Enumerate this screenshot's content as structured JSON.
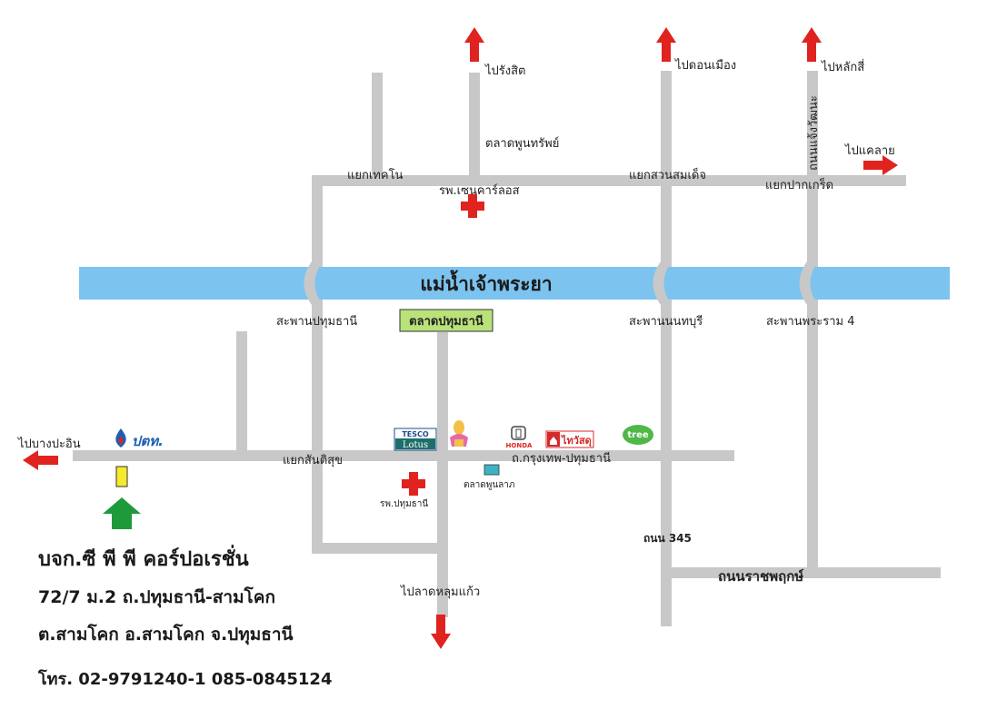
{
  "river": {
    "name": "แม่น้ำเจ้าพระยา",
    "color": "#7cc3ef"
  },
  "market_box": {
    "label": "ตลาดปทุมธานี",
    "color": "#b9e27a"
  },
  "labels": {
    "to_rangsit": "ไปรังสิต",
    "to_donmueang": "ไปดอนเมือง",
    "to_laksi": "ไปหลักสี่",
    "to_khaelai": "ไปแคลาย",
    "road_chaengwattana": "ถนนแจ้งวัฒนะ",
    "pun_sap_market": "ตลาดพูนทรัพย์",
    "techno_junction": "แยกเทคโน",
    "suan_somdet_junction": "แยกสวนสมเด็จ",
    "pak_kret_junction": "แยกปากเกร็ด",
    "st_carlos_hospital": "รพ.เซนคาร์ลอส",
    "pathum_bridge": "สะพานปทุมธานี",
    "nonthaburi_bridge": "สะพานนนทบุรี",
    "rama4_bridge": "สะพานพระราม 4",
    "to_bang_pa_in": "ไปบางปะอิน",
    "santisuk_junction": "แยกสันติสุข",
    "krungthep_pathum_road": "ถ.กรุงเทพ-ปทุมธานี",
    "pun_lap_market": "ตลาดพูนลาภ",
    "pathum_hospital": "รพ.ปทุมธานี",
    "road_345": "ถนน 345",
    "ratchaphruek_road": "ถนนราชพฤกษ์",
    "to_lat_lum_kaeo": "ไปลาดหลุมแก้ว"
  },
  "logos": {
    "ptt": "ปตท.",
    "tesco_top": "TESCO",
    "tesco_bottom": "Lotus",
    "honda": "HONDA",
    "thaiwatsadu": "ไทวัสดุ",
    "tree": "tree"
  },
  "company": {
    "name": "บจก.ซี พี พี คอร์ปอเรชั่น",
    "address1": "72/7 ม.2 ถ.ปทุมธานี-สามโคก",
    "address2": "ต.สามโคก อ.สามโคก จ.ปทุมธานี",
    "phone": "โทร. 02-9791240-1  085-0845124"
  },
  "colors": {
    "road": "#c8c8c8",
    "arrow_red": "#e0231f",
    "arrow_green": "#1f9a3b",
    "marker_yellow": "#f5ea2b",
    "pun_lap_marker": "#3bb3c3",
    "cross": "#e0231f"
  }
}
